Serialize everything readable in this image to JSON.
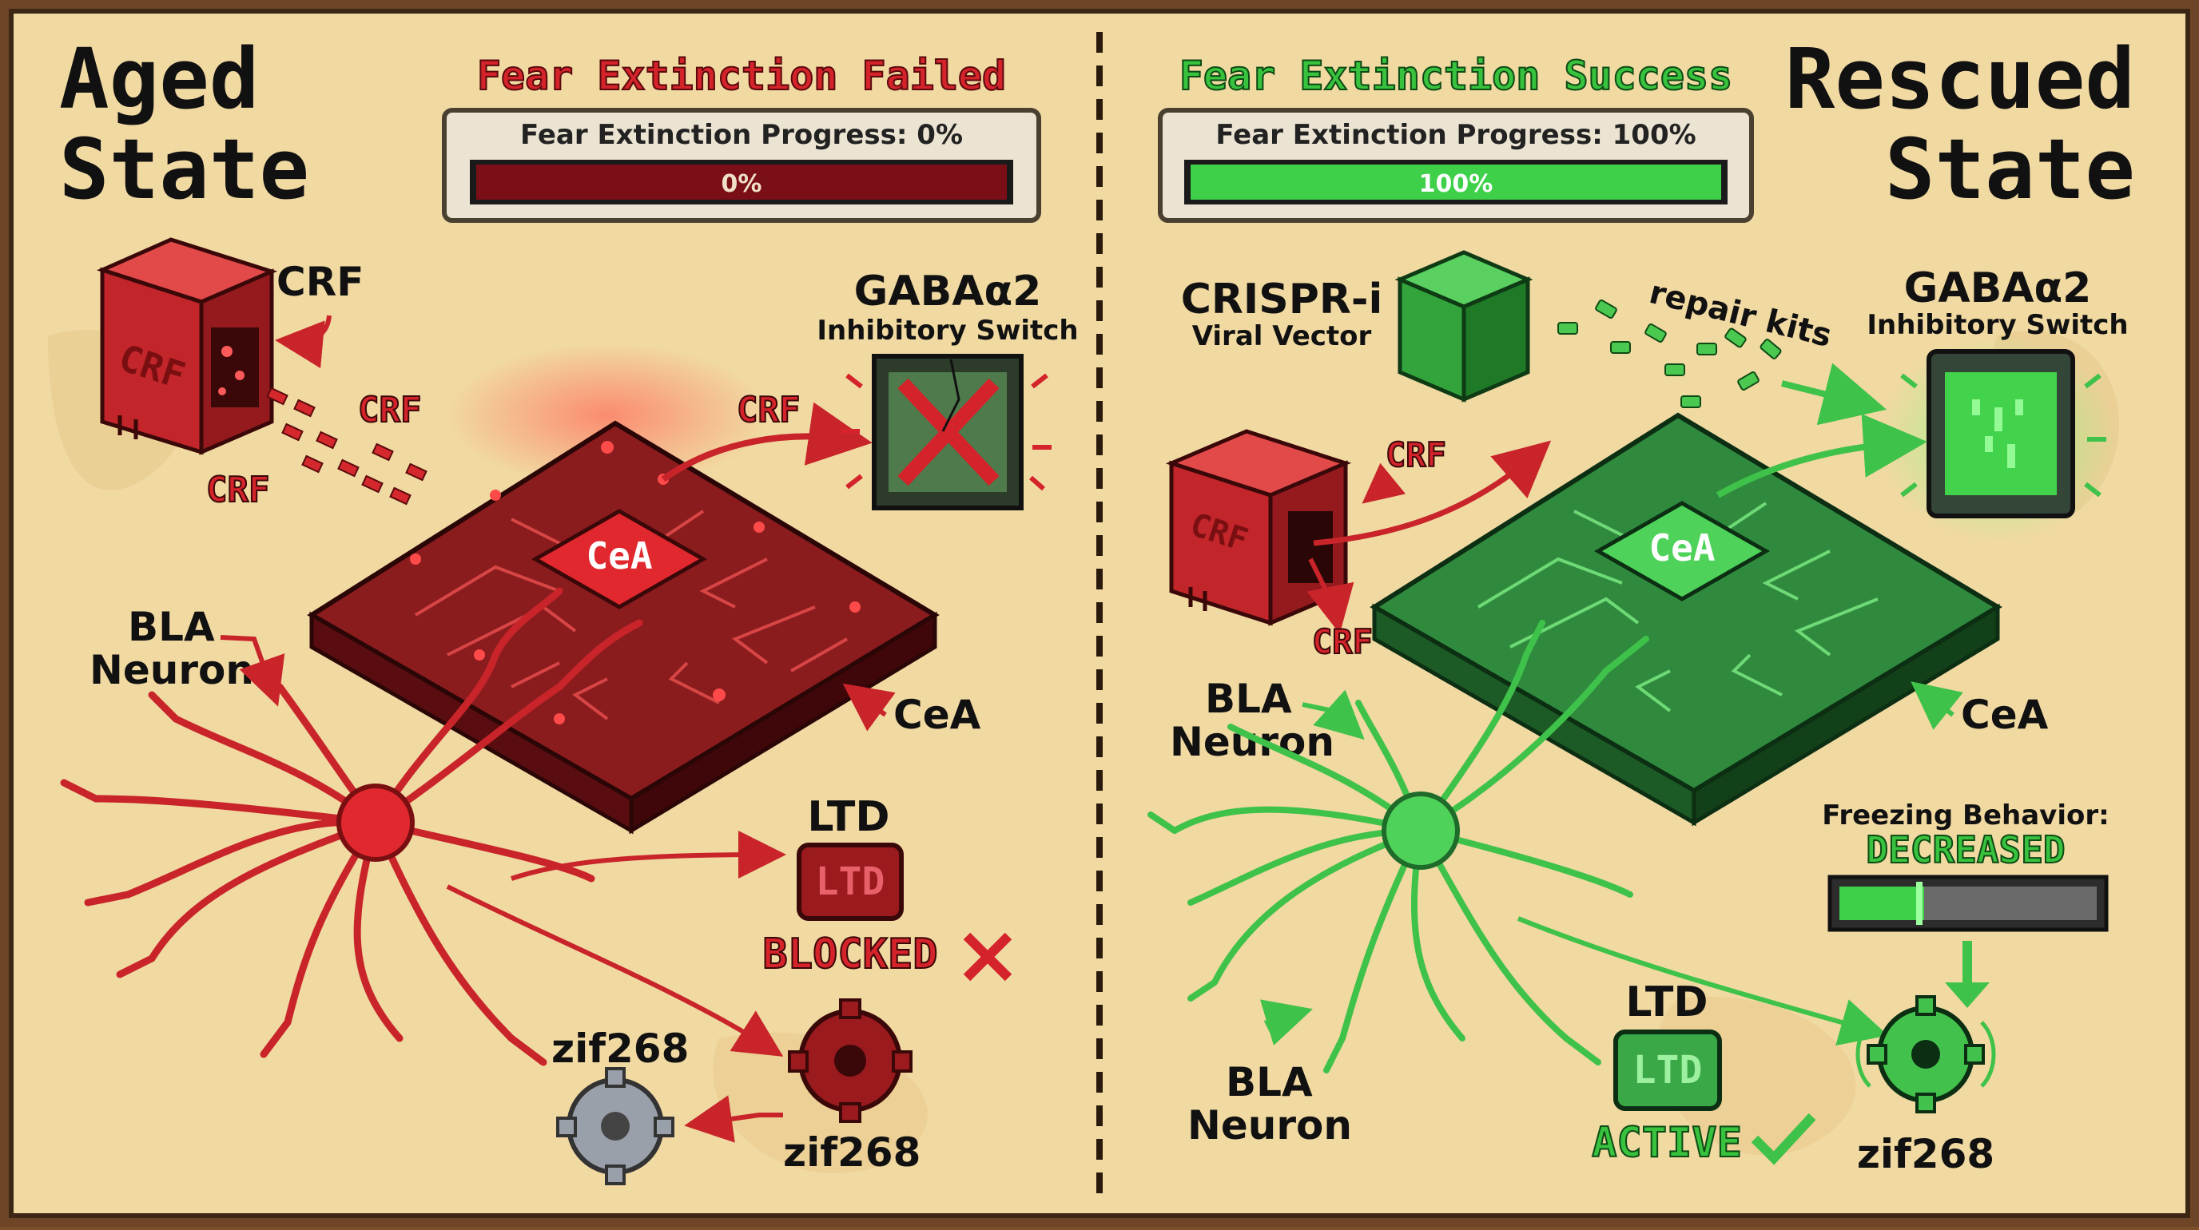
{
  "aged": {
    "title_line1": "Aged",
    "title_line2": "State",
    "status_title": "Fear Extinction Failed",
    "progress_label": "Fear Extinction Progress: 0%",
    "progress_value": 0,
    "progress_text": "0%",
    "crf_box_label": "CRF",
    "crf_label": "CRF",
    "crf_label_a": "CRF",
    "crf_label_b": "CRF",
    "crf_label_c": "CRF",
    "gaba_title": "GABAα2",
    "gaba_subtitle": "Inhibitory Switch",
    "cea_chip": "CeA",
    "cea_label": "CeA",
    "bla_line1": "BLA",
    "bla_line2": "Neuron",
    "ltd_label": "LTD",
    "ltd_box": "LTD",
    "ltd_status": "BLOCKED",
    "zif_label_top": "zif268",
    "zif_label_bottom": "zif268"
  },
  "rescued": {
    "title_line1": "Rescued",
    "title_line2": "State",
    "status_title": "Fear Extinction Success",
    "progress_label": "Fear Extinction Progress: 100%",
    "progress_value": 100,
    "progress_text": "100%",
    "crispr_line1": "CRISPR-i",
    "crispr_line2": "Viral Vector",
    "repair_kits": "repair kits",
    "gaba_title": "GABAα2",
    "gaba_subtitle": "Inhibitory Switch",
    "crf_label_a": "CRF",
    "crf_label_b": "CRF",
    "crf_box_label": "CRF",
    "cea_chip": "CeA",
    "cea_label": "CeA",
    "bla_line1": "BLA",
    "bla_line2": "Neuron",
    "bla2_line1": "BLA",
    "bla2_line2": "Neuron",
    "freezing_label": "Freezing Behavior:",
    "freezing_status": "DECREASED",
    "ltd_label": "LTD",
    "ltd_box": "LTD",
    "ltd_status": "ACTIVE",
    "zif_label": "zif268"
  },
  "colors": {
    "red": "#c8242a",
    "dark_red": "#7a1418",
    "green": "#3fc24a",
    "dark_green": "#1f6b2a",
    "parchment": "#f3dca6"
  }
}
